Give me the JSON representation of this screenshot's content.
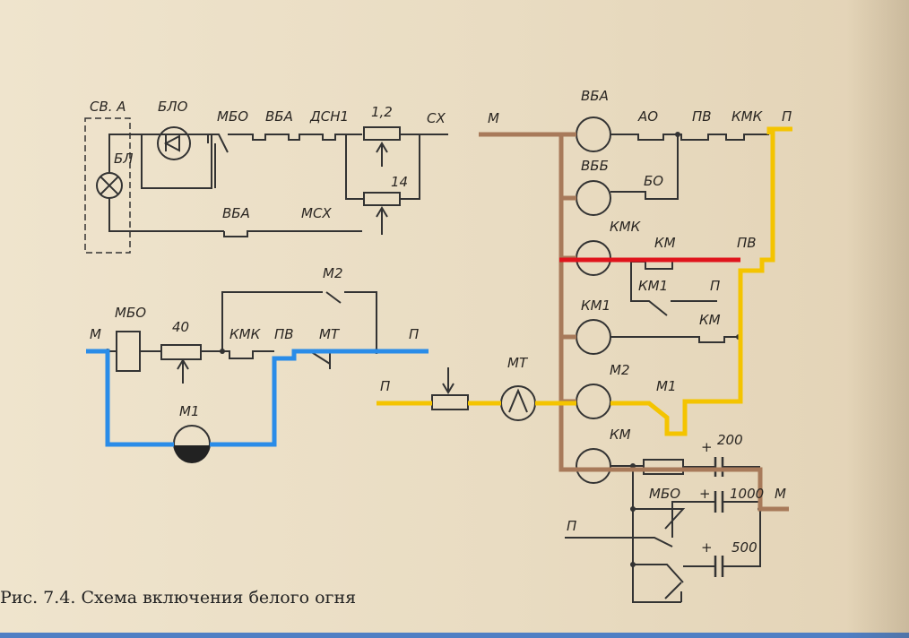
{
  "caption": "Рис. 7.4. Схема включения белого огня",
  "labels": {
    "sv_a": "СВ. А",
    "blo": "БЛО",
    "bl": "БЛ",
    "mbo_top": "МБО",
    "vba_top": "ВБА",
    "dsn1": "ДСН1",
    "r12": "1,2",
    "r14": "14",
    "sx": "СХ",
    "vba_bottom": "ВБА",
    "msx": "МСХ",
    "m_left": "М",
    "mbo_left": "МБО",
    "r40": "40",
    "kmk_left": "КМК",
    "pv_left": "ПВ",
    "mt_left": "МТ",
    "m2_left": "М2",
    "p_left": "П",
    "m1_left": "М1",
    "m_right": "М",
    "vba_right": "ВБА",
    "ao": "АО",
    "pv_r1": "ПВ",
    "kmk_r1": "КМК",
    "p_r1": "П",
    "vbb": "ВББ",
    "bo": "БО",
    "kmk_coil": "КМК",
    "km_r3": "КМ",
    "pv_r3": "ПВ",
    "km1_contact": "КМ1",
    "p_r3": "П",
    "km1_coil": "КМ1",
    "km_r4": "КМ",
    "p_mt": "П",
    "mt_right": "МТ",
    "m2_coil": "М2",
    "m1_right": "М1",
    "km_coil": "КМ",
    "mbo_right": "МБО",
    "c200": "200",
    "c1000": "1000",
    "c500": "500",
    "m_out": "М",
    "p_bottom": "П",
    "plus1": "+",
    "plus2": "+",
    "plus3": "+"
  },
  "colors": {
    "brown": "#a87a5a",
    "red": "#e0141c",
    "yellow": "#f4c400",
    "blue": "#2a8ce8"
  }
}
